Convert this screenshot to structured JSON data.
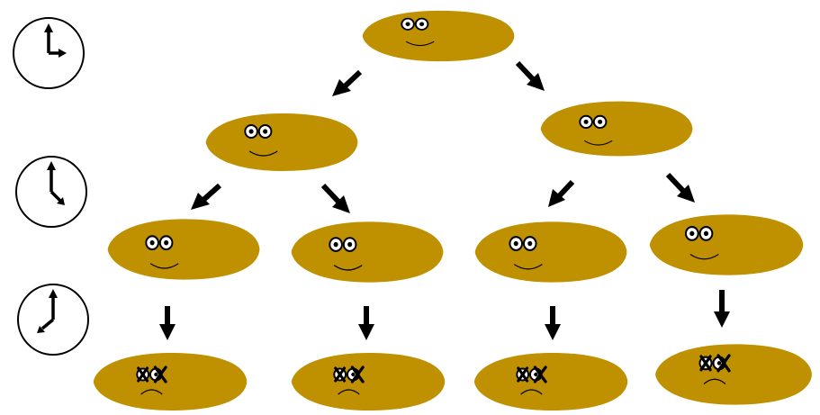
{
  "colors": {
    "cell_fill": "#BF9000",
    "outline": "#000000",
    "background": "#FFFFFF"
  },
  "rows": [
    {
      "row": "time-1",
      "cells": [
        {
          "state": "alive"
        }
      ]
    },
    {
      "row": "time-2",
      "cells": [
        {
          "state": "alive"
        },
        {
          "state": "alive"
        }
      ]
    },
    {
      "row": "time-3",
      "cells": [
        {
          "state": "alive"
        },
        {
          "state": "alive"
        },
        {
          "state": "alive"
        },
        {
          "state": "alive"
        }
      ]
    },
    {
      "row": "time-4",
      "cells": [
        {
          "state": "dead"
        },
        {
          "state": "dead"
        },
        {
          "state": "dead"
        },
        {
          "state": "dead"
        }
      ]
    }
  ],
  "clocks": [
    {
      "name": "clock-icon-early"
    },
    {
      "name": "clock-icon-middle"
    },
    {
      "name": "clock-icon-late"
    }
  ]
}
